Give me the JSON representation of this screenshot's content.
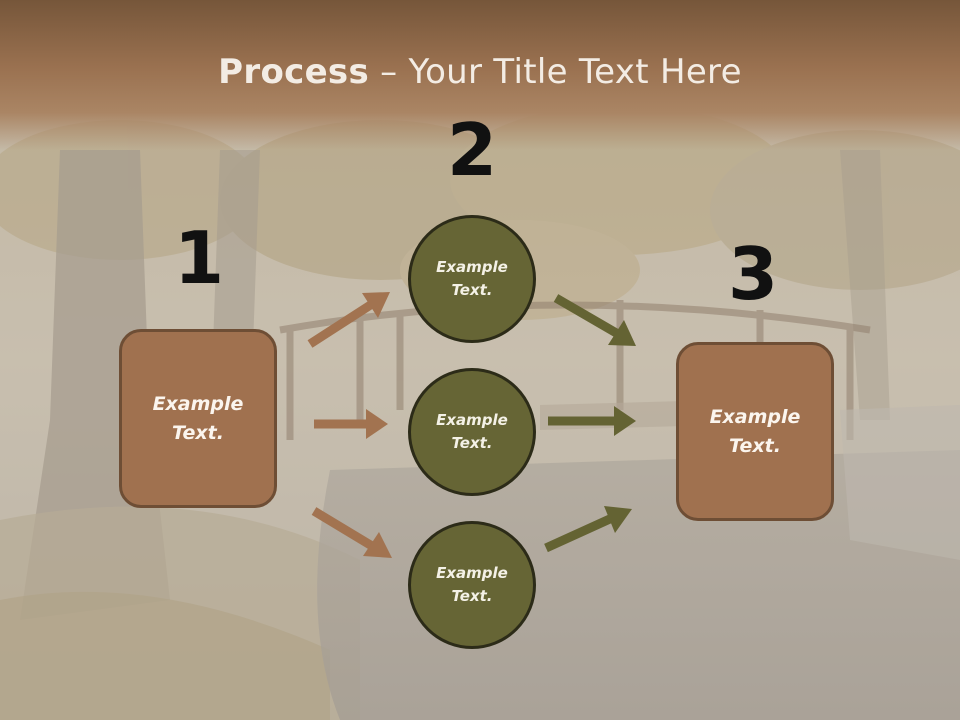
{
  "title": {
    "bold": "Process",
    "rest": " – Your Title Text Here"
  },
  "numbers": [
    "1",
    "2",
    "3"
  ],
  "left_box": {
    "text": "Example Text."
  },
  "circles": [
    {
      "text": "Example Text."
    },
    {
      "text": "Example Text."
    },
    {
      "text": "Example Text."
    }
  ],
  "right_box": {
    "text": "Example Text."
  },
  "colors": {
    "box_fill": "#a0714f",
    "circle_fill": "#666535",
    "arrow_brown": "#a27350",
    "arrow_olive": "#646333"
  }
}
